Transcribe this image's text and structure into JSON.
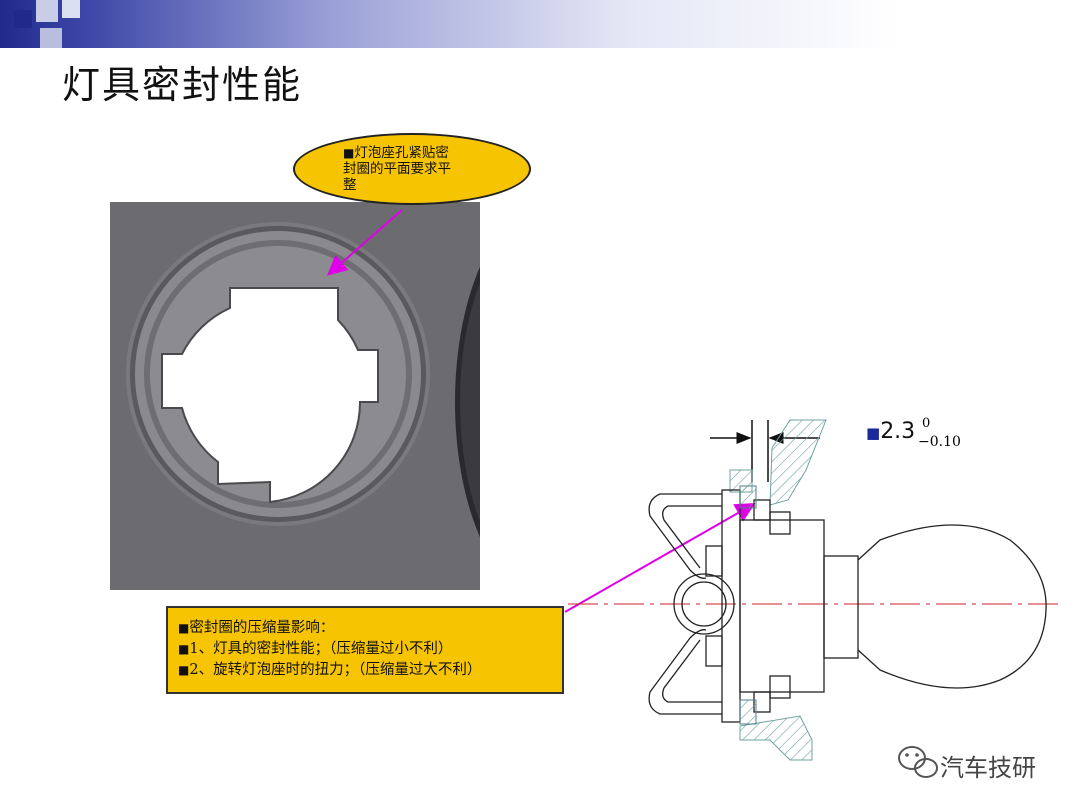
{
  "slide": {
    "title": "灯具密封性能"
  },
  "callouts": {
    "oval_lines": [
      "灯泡座孔紧贴密",
      "封圈的平面要求平",
      "整"
    ],
    "box_lines": [
      "密封圈的压缩量影响：",
      "1、灯具的密封性能；（压缩量过小不利）",
      "2、旋转灯泡座时的扭力；（压缩量过大不利）"
    ],
    "bullet_glyph": "■"
  },
  "dimension": {
    "value": "2.3",
    "upper_tolerance": "0",
    "lower_tolerance": "−0.10"
  },
  "watermark": {
    "text": "汽车技研",
    "icon": "wechat-icon"
  },
  "colors": {
    "header_dark": "#1f2a8a",
    "callout_fill": "#f6c400",
    "arrow": "#e000e8",
    "centerline": "#c8202a",
    "photo_bg": "#6f6f72"
  }
}
